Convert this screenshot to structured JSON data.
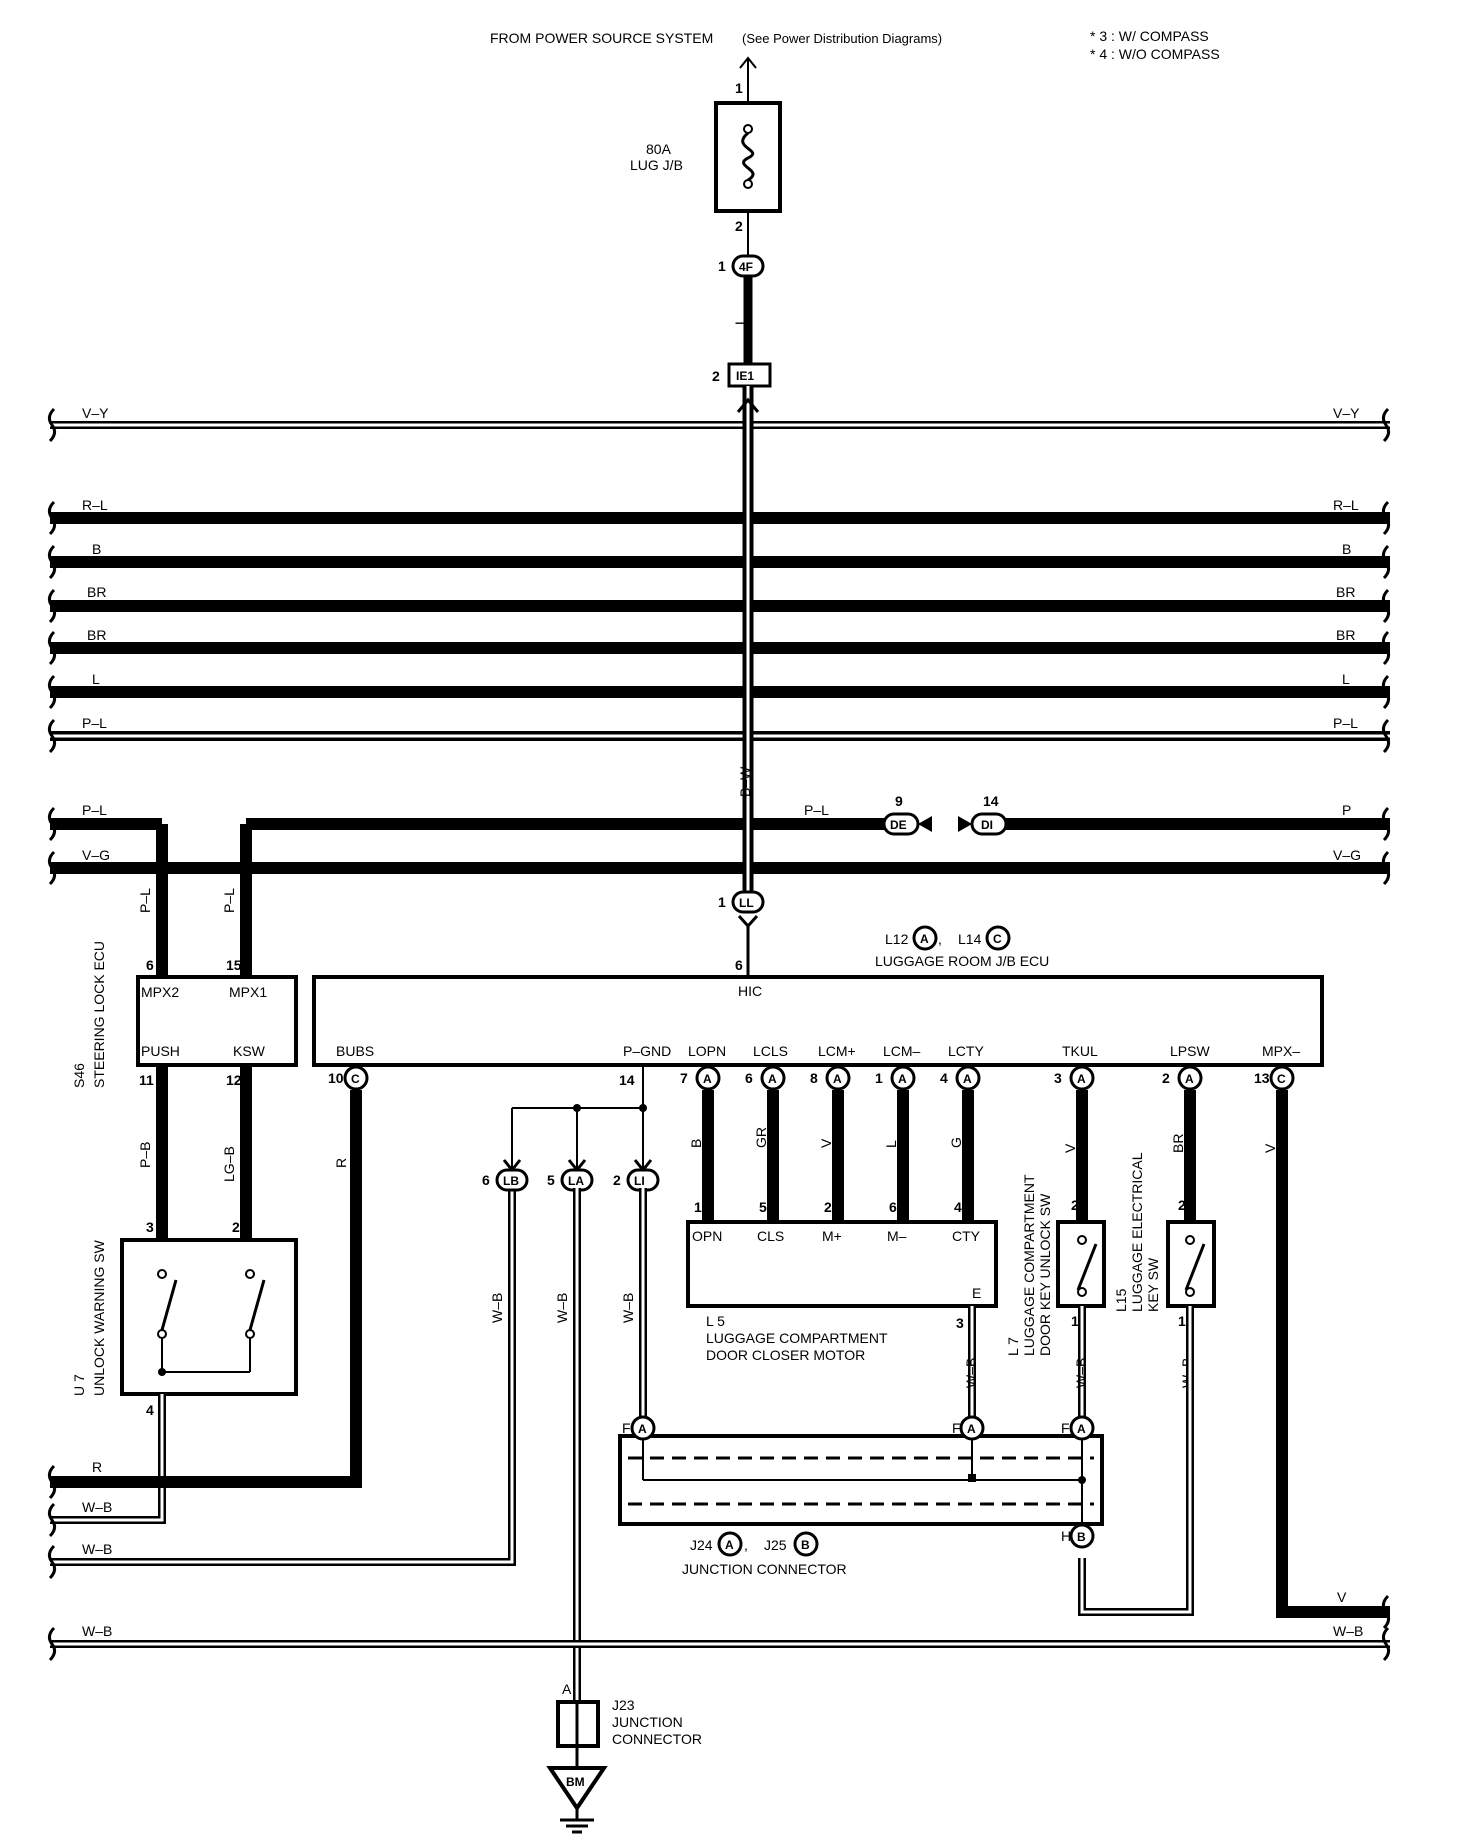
{
  "header": {
    "source": "FROM POWER SOURCE SYSTEM",
    "source_note": "(See Power Distribution Diagrams)",
    "note1": "* 3 : W/ COMPASS",
    "note2": "* 4 : W/O COMPASS"
  },
  "fuse": {
    "rating": "80A",
    "name": "LUG J/B",
    "pin_in": "1",
    "pin_out": "2"
  },
  "bus_wires": {
    "vy": "V–Y",
    "rl": "R–L",
    "b": "B",
    "br1": "BR",
    "br2": "BR",
    "l": "L",
    "pl": "P–L",
    "pl2": "P–L",
    "vg": "V–G",
    "p_right": "P",
    "pl_mid": "P–L",
    "r_bottom": "R",
    "wb1": "W–B",
    "wb2": "W–B",
    "wb3": "W–B",
    "v_right": "V"
  },
  "connectors": {
    "c4f": "4F",
    "c4f_pin": "1",
    "ie1": "IE1",
    "ie1_pin": "2",
    "wire_l": "L",
    "wire_bw": "B–W",
    "de": "DE",
    "de_pin": "9",
    "di": "DI",
    "di_pin": "14",
    "ll": "LL",
    "ll_pin": "1"
  },
  "ecu": {
    "id1": "L12",
    "c1": "A",
    "id2": "L14",
    "c2": "C",
    "name": "LUGGAGE ROOM J/B ECU",
    "hic": "HIC",
    "hic_pin": "6",
    "terminals": [
      {
        "label": "BUBS",
        "pin": "10",
        "conn": "C",
        "wire": "R"
      },
      {
        "label": "P–GND",
        "pin": "14",
        "conn": "",
        "wire": ""
      },
      {
        "label": "LOPN",
        "pin": "7",
        "conn": "A",
        "wire": "B"
      },
      {
        "label": "LCLS",
        "pin": "6",
        "conn": "A",
        "wire": "GR"
      },
      {
        "label": "LCM+",
        "pin": "8",
        "conn": "A",
        "wire": "V"
      },
      {
        "label": "LCM–",
        "pin": "1",
        "conn": "A",
        "wire": "L"
      },
      {
        "label": "LCTY",
        "pin": "4",
        "conn": "A",
        "wire": "G"
      },
      {
        "label": "TKUL",
        "pin": "3",
        "conn": "A",
        "wire": "V"
      },
      {
        "label": "LPSW",
        "pin": "2",
        "conn": "A",
        "wire": "BR"
      },
      {
        "label": "MPX–",
        "pin": "13",
        "conn": "C",
        "wire": "V"
      }
    ]
  },
  "steering": {
    "id": "S46",
    "name": "STEERING LOCK ECU",
    "mpx2": "MPX2",
    "mpx1": "MPX1",
    "push": "PUSH",
    "ksw": "KSW",
    "pin6": "6",
    "pin15": "15",
    "pin11": "11",
    "pin12": "12",
    "wire_pl1": "P–L",
    "wire_pl2": "P–L",
    "wire_pb": "P–B",
    "wire_lgb": "LG–B"
  },
  "unlock_sw": {
    "id": "U 7",
    "name": "UNLOCK WARNING SW",
    "pin3": "3",
    "pin2": "2",
    "pin4": "4"
  },
  "ground_connectors": [
    {
      "pin": "6",
      "name": "LB",
      "wire": "W–B"
    },
    {
      "pin": "5",
      "name": "LA",
      "wire": "W–B"
    },
    {
      "pin": "2",
      "name": "LI",
      "wire": "W–B"
    }
  ],
  "motor": {
    "id": "L 5",
    "name1": "LUGGAGE COMPARTMENT",
    "name2": "DOOR CLOSER MOTOR",
    "terminals": [
      {
        "label": "OPN",
        "pin": "1"
      },
      {
        "label": "CLS",
        "pin": "5"
      },
      {
        "label": "M+",
        "pin": "2"
      },
      {
        "label": "M–",
        "pin": "6"
      },
      {
        "label": "CTY",
        "pin": "4"
      }
    ],
    "e": "E",
    "e_pin": "3",
    "e_wire": "W–B"
  },
  "l7": {
    "id": "L 7",
    "name1": "LUGGAGE COMPARTMENT",
    "name2": "DOOR KEY UNLOCK SW",
    "pin2": "2",
    "pin1": "1",
    "wire": "W–B"
  },
  "l15": {
    "id": "L15",
    "name1": "LUGGAGE ELECTRICAL",
    "name2": "KEY SW",
    "pin2": "2",
    "pin1": "1",
    "wire": "W–B"
  },
  "junction": {
    "id1": "J24",
    "c1": "A",
    "id2": "J25",
    "c2": "B",
    "name": "JUNCTION CONNECTOR",
    "f1": "F",
    "f2": "F",
    "f3": "F",
    "fa": "A",
    "h": "H",
    "hb": "B"
  },
  "j23": {
    "id": "J23",
    "name1": "JUNCTION",
    "name2": "CONNECTOR",
    "pin": "A",
    "ground": "BM"
  }
}
